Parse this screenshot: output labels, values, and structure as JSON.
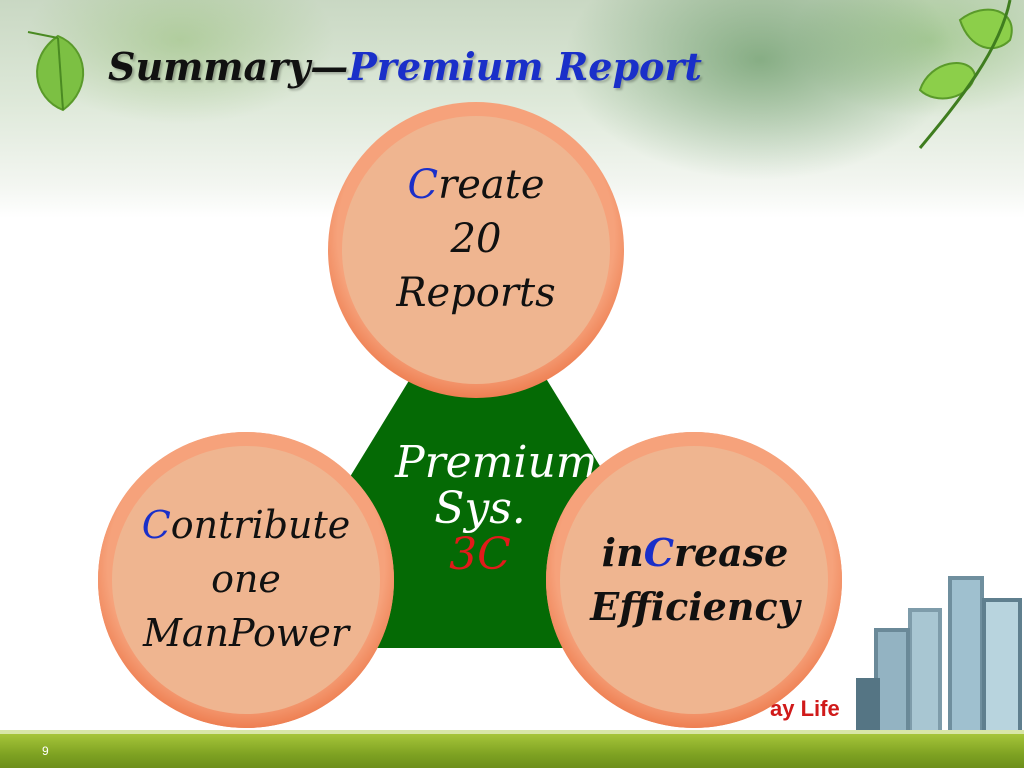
{
  "slide": {
    "title_part1": "Summary—",
    "title_part2": "Premium Report",
    "page_number": "9"
  },
  "center": {
    "line1": "Premium",
    "line2": "Sys.",
    "line3": "3C"
  },
  "circles": [
    {
      "cap": "C",
      "line1_rest": "reate",
      "line2": "20",
      "line3": "Reports"
    },
    {
      "cap": "C",
      "line1_rest": "ontribute",
      "line2": "one",
      "line3": "ManPower"
    },
    {
      "pre": "in",
      "cap": "C",
      "line1_rest": "rease",
      "line2": "Efficiency"
    }
  ],
  "logo": {
    "text": "ay Life"
  },
  "colors": {
    "triangle": "#056a05",
    "circle_fill": "#efb590",
    "circle_ring": "#f4895e",
    "accent_blue": "#1a2fc9",
    "accent_red": "#e21a1a"
  }
}
